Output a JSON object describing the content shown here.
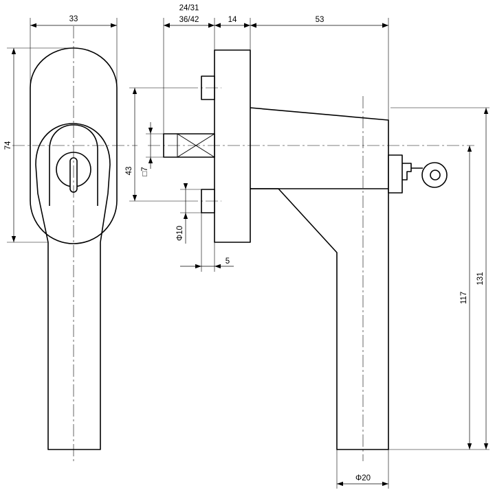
{
  "dimensions": {
    "width_front": "33",
    "spindle_upper": "24/31",
    "spindle_lower": "36/42",
    "base_depth": "14",
    "handle_reach": "53",
    "height_rosette": "74",
    "screw_spacing": "43",
    "spindle_square": "□7",
    "screw_diameter": "Φ10",
    "screw_offset": "5",
    "height_axis": "117",
    "height_total": "131",
    "grip_diameter": "Φ20"
  }
}
